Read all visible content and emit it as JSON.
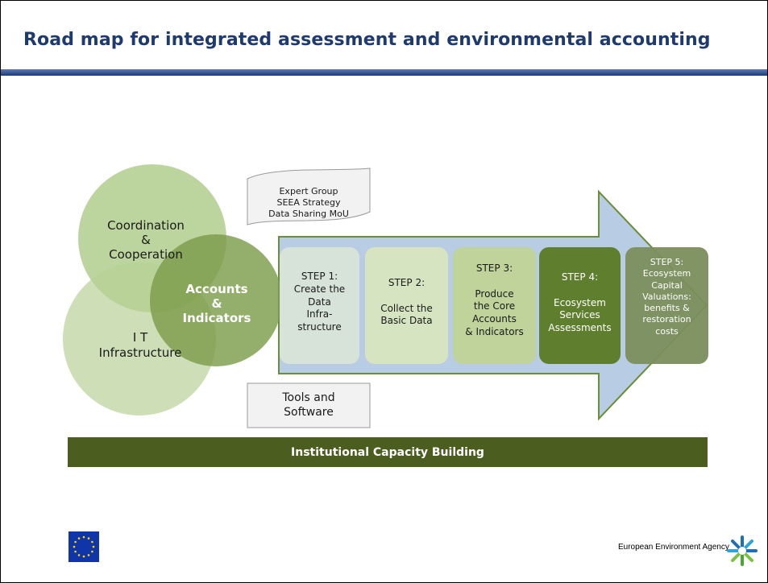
{
  "title": "Road map for integrated assessment and environmental accounting",
  "circles": {
    "coordination": "Coordination\n&\nCooperation",
    "it": "I T\nInfrastructure",
    "accounts": "Accounts\n&\nIndicators"
  },
  "docs": {
    "expert": "Expert Group\nSEEA Strategy\nData Sharing  MoU",
    "tools": "Tools and\nSoftware"
  },
  "steps": [
    {
      "label": "STEP 1:\nCreate the\nData\nInfra-\nstructure",
      "color": "#d7e2d8"
    },
    {
      "label": "STEP 2:\n\nCollect the\nBasic Data",
      "color": "#d6e4c1"
    },
    {
      "label": "STEP 3:\n\nProduce\nthe Core\nAccounts\n& Indicators",
      "color": "#bfd39a"
    },
    {
      "label": "STEP 4:\n\nEcosystem\nServices\nAssessments",
      "color": "#5f7f2e"
    },
    {
      "label": "STEP 5:\nEcosystem\nCapital\nValuations:\nbenefits &\nrestoration\ncosts",
      "color": "#7b8e5c"
    }
  ],
  "banner": "Institutional Capacity Building",
  "footer": {
    "agency": "European Environment Agency"
  },
  "colors": {
    "title": "#1f3a6e",
    "banner": "#4b5e1f",
    "arrow": "#b8cde3"
  }
}
